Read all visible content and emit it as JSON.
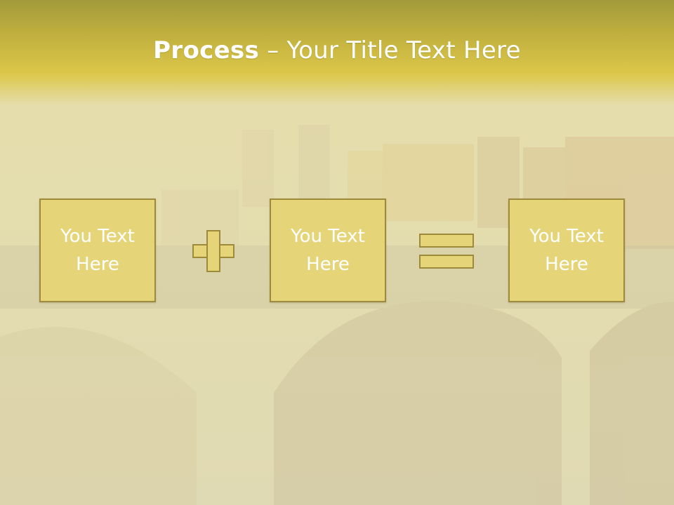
{
  "slide": {
    "title_bold": "Process",
    "title_rest": " – Your Title Text Here"
  },
  "process": {
    "box1": {
      "line1": "You Text",
      "line2": "Here"
    },
    "box2": {
      "line1": "You Text",
      "line2": "Here"
    },
    "box3": {
      "line1": "You Text",
      "line2": "Here"
    }
  },
  "colors": {
    "box_fill": "#e6d578",
    "box_border": "#9d8a3a",
    "header": "#c2b13f",
    "text": "#ffffff"
  }
}
